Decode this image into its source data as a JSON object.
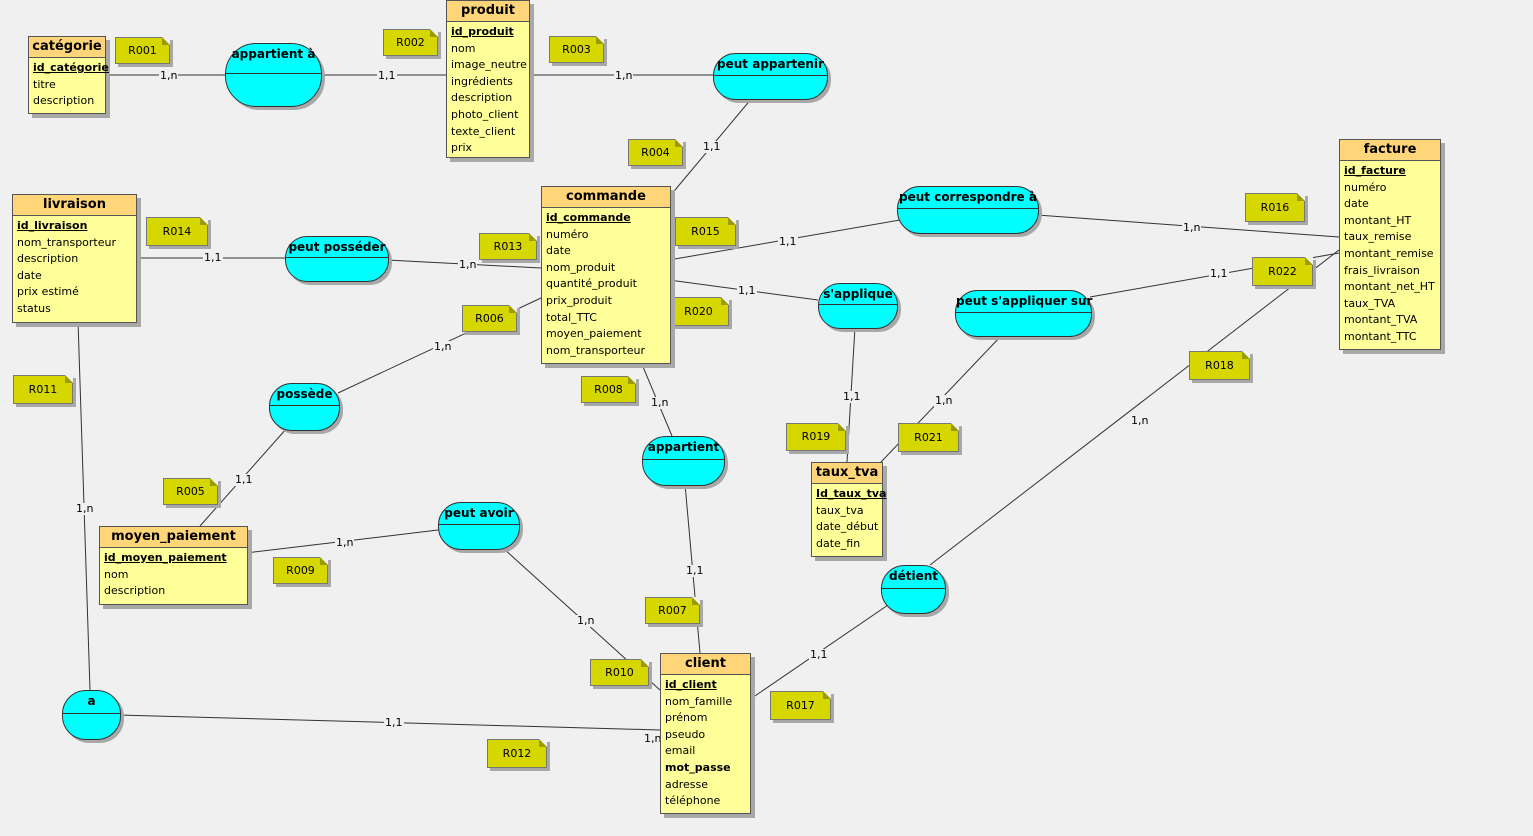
{
  "entities": [
    {
      "name": "catégorie",
      "attributes": [
        {
          "text": "id_catégorie",
          "pk": true
        },
        {
          "text": "titre"
        },
        {
          "text": "description"
        }
      ]
    },
    {
      "name": "produit",
      "attributes": [
        {
          "text": "id_produit",
          "pk": true
        },
        {
          "text": "nom"
        },
        {
          "text": "image_neutre"
        },
        {
          "text": "ingrédients"
        },
        {
          "text": "description"
        },
        {
          "text": "photo_client"
        },
        {
          "text": "texte_client"
        },
        {
          "text": "prix"
        }
      ]
    },
    {
      "name": "livraison",
      "attributes": [
        {
          "text": "id_livraison",
          "pk": true
        },
        {
          "text": "nom_transporteur"
        },
        {
          "text": "description"
        },
        {
          "text": "date"
        },
        {
          "text": "prix estimé"
        },
        {
          "text": "status"
        }
      ]
    },
    {
      "name": "commande",
      "attributes": [
        {
          "text": "id_commande",
          "pk": true
        },
        {
          "text": "numéro"
        },
        {
          "text": "date"
        },
        {
          "text": "nom_produit"
        },
        {
          "text": "quantité_produit"
        },
        {
          "text": "prix_produit"
        },
        {
          "text": "total_TTC"
        },
        {
          "text": "moyen_paiement"
        },
        {
          "text": "nom_transporteur"
        }
      ]
    },
    {
      "name": "facture",
      "attributes": [
        {
          "text": "id_facture",
          "pk": true
        },
        {
          "text": "numéro"
        },
        {
          "text": "date"
        },
        {
          "text": "montant_HT"
        },
        {
          "text": "taux_remise"
        },
        {
          "text": "montant_remise"
        },
        {
          "text": "frais_livraison"
        },
        {
          "text": "montant_net_HT"
        },
        {
          "text": "taux_TVA"
        },
        {
          "text": "montant_TVA"
        },
        {
          "text": "montant_TTC"
        }
      ]
    },
    {
      "name": "taux_tva",
      "attributes": [
        {
          "text": "Id_taux_tva",
          "pk": true
        },
        {
          "text": "taux_tva"
        },
        {
          "text": "date_début"
        },
        {
          "text": "date_fin"
        }
      ]
    },
    {
      "name": "moyen_paiement",
      "attributes": [
        {
          "text": "id_moyen_paiement",
          "pk": true
        },
        {
          "text": "nom"
        },
        {
          "text": "description"
        }
      ]
    },
    {
      "name": "client",
      "attributes": [
        {
          "text": "id_client",
          "pk": true
        },
        {
          "text": "nom_famille"
        },
        {
          "text": "prénom"
        },
        {
          "text": "pseudo"
        },
        {
          "text": "email"
        },
        {
          "text": "mot_passe",
          "bold": true
        },
        {
          "text": "adresse"
        },
        {
          "text": "téléphone"
        }
      ]
    }
  ],
  "relations": [
    "appartient à",
    "peut appartenir",
    "peut posséder",
    "peut correspondre à",
    "s'applique",
    "peut s'appliquer sur",
    "possède",
    "appartient",
    "peut avoir",
    "détient",
    "a"
  ],
  "notes": [
    "R001",
    "R002",
    "R003",
    "R004",
    "R005",
    "R006",
    "R007",
    "R008",
    "R009",
    "R010",
    "R011",
    "R012",
    "R013",
    "R014",
    "R015",
    "R016",
    "R017",
    "R018",
    "R019",
    "R020",
    "R021",
    "R022"
  ],
  "cardinalities": [
    "1,n",
    "1,1",
    "1,n",
    "1,1",
    "1,1",
    "1,n",
    "1,1",
    "1,n",
    "1,1",
    "1,1",
    "1,1",
    "1,n",
    "1,n",
    "1,1",
    "1,n",
    "1,1",
    "1,n",
    "1,n",
    "1,n",
    "1,1",
    "1,n",
    "1,1",
    "1,n"
  ],
  "colors": {
    "entity_body": "#ffff99",
    "entity_header": "#ffd57a",
    "relation": "#00ffff",
    "note": "#d6d600",
    "background": "#f0f0f0",
    "line": "#333333"
  }
}
